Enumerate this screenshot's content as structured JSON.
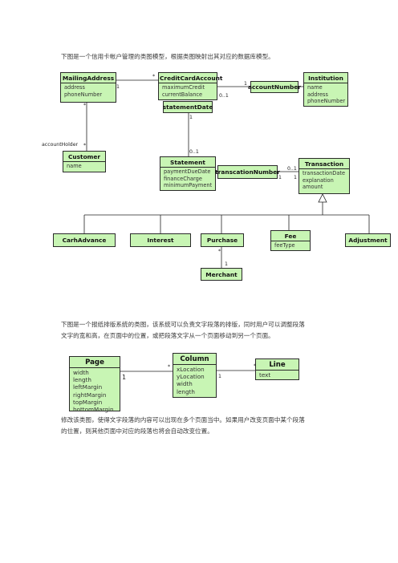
{
  "intro1": "下图是一个信用卡帐户管理的类图模型，根据类图映射出其对应的数据库模型。",
  "intro2_line1": "下图是一个报纸排版系统的类图，该系统可以负责文字段落的排版，同时用户可以调整段落",
  "intro2_line2": "文字的宽和高，在页面中的位置，或把段落文字从一个页面移动到另一个页面。",
  "outro_line1": "修改该类图，使得文字段落的内容可以出现在多个页面当中。如果用户改变页面中某个段落",
  "outro_line2": "的位置，则其他页面中对应的段落也将会自动改变位置。",
  "diagram1": {
    "mailing": {
      "name": "MailingAddress",
      "attrs": [
        "address",
        "phoneNumber"
      ]
    },
    "credit": {
      "name": "CreditCardAccount",
      "attrs": [
        "maximumCredit",
        "currentBalance"
      ]
    },
    "statement_date": "statementDate",
    "account_number": "accountNumber",
    "institution": {
      "name": "Institution",
      "attrs": [
        "name",
        "address",
        "phoneNumber"
      ]
    },
    "customer": {
      "name": "Customer",
      "attrs": [
        "name"
      ]
    },
    "statement": {
      "name": "Statement",
      "attrs": [
        "paymentDueDate",
        "financeCharge",
        "minimumPayment"
      ]
    },
    "transaction_number": "transcationNumber",
    "transaction": {
      "name": "Transaction",
      "attrs": [
        "transactionDate",
        "explanation",
        "amount"
      ]
    },
    "cash_advance": "CarhAdvance",
    "interest": "Interest",
    "purchase": "Purchase",
    "fee": {
      "name": "Fee",
      "attrs": [
        "feeType"
      ]
    },
    "adjustment": "Adjustment",
    "merchant": "Merchant",
    "role_account_holder": "accountHolder",
    "mult": {
      "ma_cc_left": "1",
      "ma_cc_right": "*",
      "ma_down": "*",
      "cust_up": "*",
      "cc_acct": "1",
      "acct_cc": "0..1",
      "sd_down": "1",
      "st_up": "0..1",
      "tn_left": "1",
      "tn_right": "0..1",
      "tr_left": "1",
      "pur_down": "*",
      "mer_up": "1"
    }
  },
  "diagram2": {
    "page": {
      "name": "Page",
      "attrs": [
        "width",
        "length",
        "leftMargin",
        "rightMargin",
        "topMargin",
        "bottomMargin"
      ]
    },
    "column": {
      "name": "Column",
      "attrs": [
        "xLocation",
        "yLocation",
        "width",
        "length"
      ]
    },
    "line": {
      "name": "Line",
      "attrs": [
        "text"
      ]
    },
    "mult": {
      "page_col_left": "1",
      "page_col_right": "*",
      "col_line_left": "1",
      "col_line_right": "*"
    }
  }
}
